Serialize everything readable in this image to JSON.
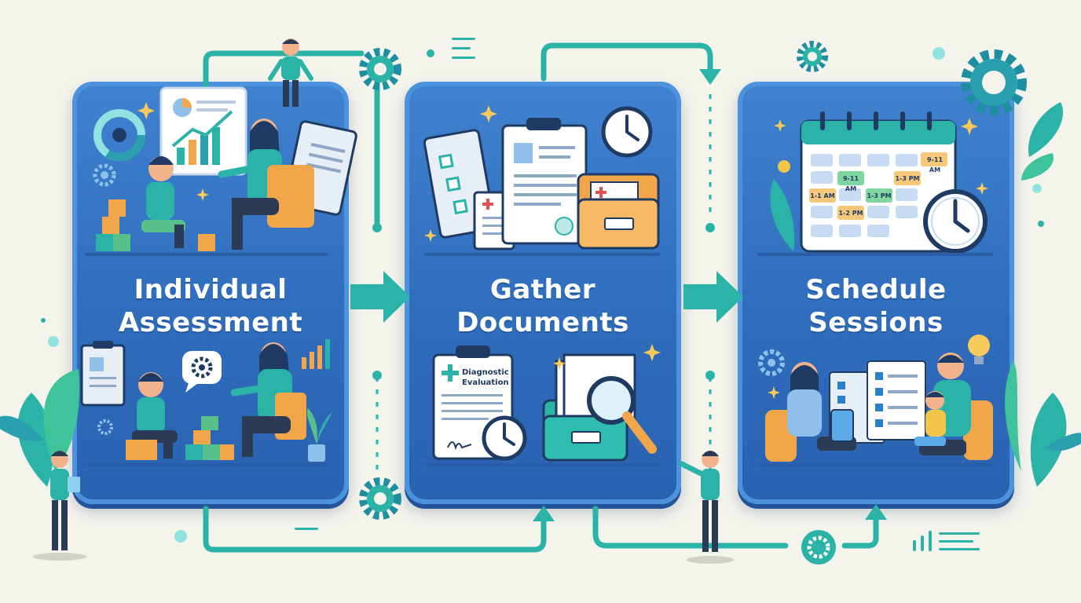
{
  "steps": [
    {
      "title_line1": "Individual",
      "title_line2": "Assessment"
    },
    {
      "title_line1": "Gather",
      "title_line2": "Documents"
    },
    {
      "title_line1": "Schedule",
      "title_line2": "Sessions"
    }
  ],
  "calendar_slots": [
    "9-11 AM",
    "9-11 AM",
    "1-3 PM",
    "1-1 AM",
    "1-3 PM",
    "1-2 PM"
  ],
  "document_label": {
    "line1": "Diagnostic",
    "line2": "Evaluation"
  },
  "colors": {
    "background": "#f4f3ec",
    "panel": "#2f6dbd",
    "teal": "#2ab3a6",
    "orange": "#f2a64a",
    "green": "#58c08a"
  }
}
